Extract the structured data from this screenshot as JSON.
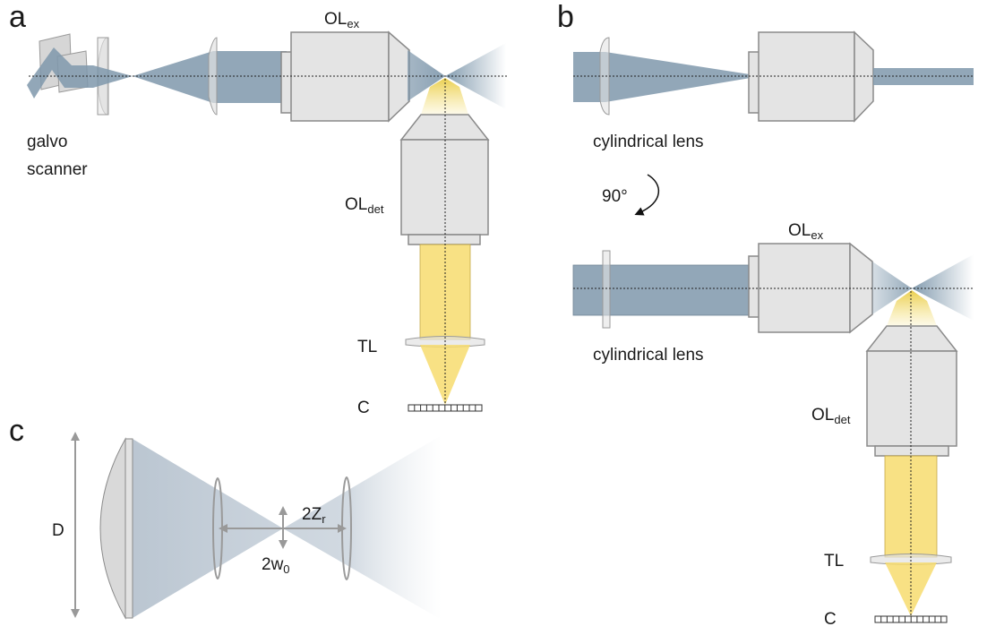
{
  "panels": {
    "a": {
      "letter": "a",
      "objective_ex": {
        "main": "OL",
        "sub": "ex"
      },
      "objective_det": {
        "main": "OL",
        "sub": "det"
      },
      "galvo_line1": "galvo",
      "galvo_line2": "scanner",
      "tube_lens": "TL",
      "camera": "C"
    },
    "b": {
      "letter": "b",
      "cyl_lens_top": "cylindrical lens",
      "rotation": "90°",
      "cyl_lens_bottom": "cylindrical lens",
      "objective_ex": {
        "main": "OL",
        "sub": "ex"
      },
      "objective_det": {
        "main": "OL",
        "sub": "det"
      },
      "tube_lens": "TL",
      "camera": "C"
    },
    "c": {
      "letter": "c",
      "aperture": "D",
      "rayleigh": {
        "main": "2Z",
        "sub": "r"
      },
      "waist": {
        "main": "2w",
        "sub": "0"
      }
    }
  },
  "colors": {
    "excitation_beam": "#7f98ab",
    "emission_beam": "#f7dc6f",
    "objective_body": "#e4e4e4",
    "outline": "#8a8a8a",
    "arrow": "#999999"
  }
}
